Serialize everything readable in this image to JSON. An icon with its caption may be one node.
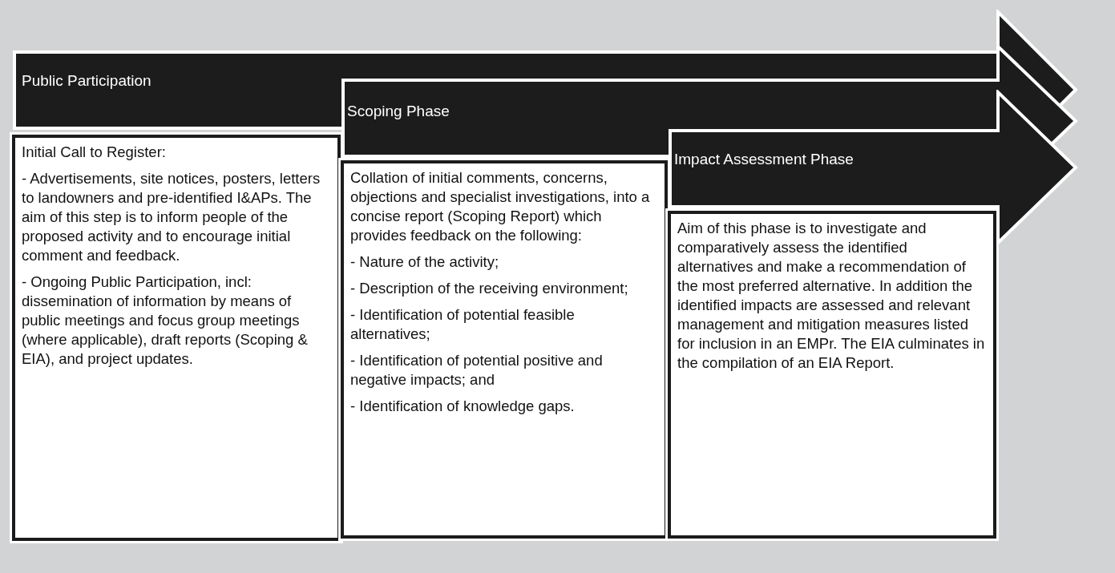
{
  "diagram": {
    "nodes": [
      {
        "text": [
          "Public Participation"
        ]
      },
      {
        "text": [
          "Initial Call to Register:",
          "- Advertisements, site notices, posters, letters to landowners and pre-identified I&APs. The aim of this step is to inform people of the proposed activity and to encourage initial comment and feedback.",
          "- Ongoing Public Participation, incl: dissemination of information by means of public meetings and focus group meetings (where applicable), draft reports (Scoping & EIA), and project updates."
        ]
      },
      {
        "text": [
          "Scoping Phase"
        ]
      },
      {
        "text": [
          "Collation of initial comments, concerns, objections and specialist investigations, into a concise report (Scoping Report) which provides feedback on the following:",
          "- Nature of the activity;",
          "- Description of the receiving environment;",
          "- Identification of potential feasible alternatives;",
          "- Identification of potential positive and negative impacts; and",
          "- Identification of knowledge gaps."
        ]
      },
      {
        "text": [
          "Impact Assessment Phase"
        ]
      },
      {
        "text": [
          "Aim of this phase is to investigate and comparatively assess the identified alternatives and make a recommendation of the most preferred alternative. In addition the identified impacts are assessed and relevant management and mitigation measures listed for inclusion in an EMPr. The EIA culminates in the compilation of an EIA Report."
        ]
      }
    ]
  }
}
